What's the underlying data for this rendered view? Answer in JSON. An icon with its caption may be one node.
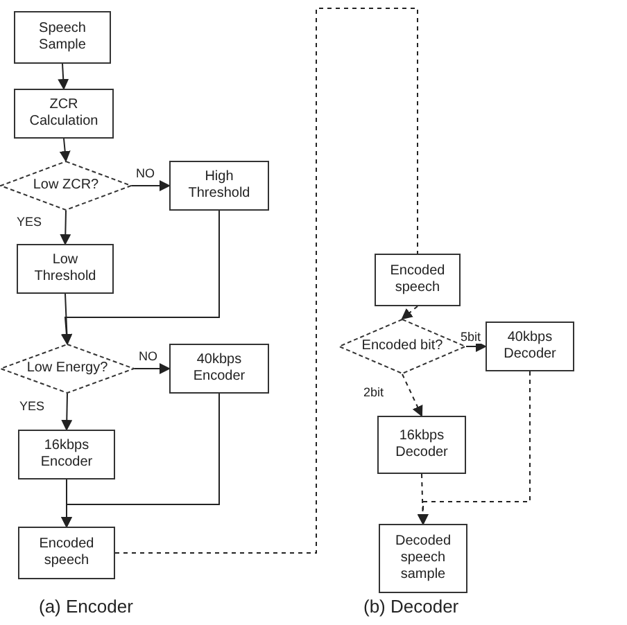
{
  "diagram": {
    "nodes": [
      {
        "text": [
          "Speech Sample"
        ]
      },
      {
        "text": [
          "ZCR Calculation"
        ]
      },
      {
        "text": [
          "Low ZCR?"
        ]
      },
      {
        "text": [
          "High Threshold"
        ]
      },
      {
        "text": [
          "Low Threshold"
        ]
      },
      {
        "text": [
          "Low Energy?"
        ]
      },
      {
        "text": [
          "40kbps Encoder"
        ]
      },
      {
        "text": [
          "16kbps Encoder"
        ]
      },
      {
        "text": [
          "Encoded speech"
        ]
      },
      {
        "text": [
          "Encoded speech"
        ]
      },
      {
        "text": [
          "Encoded bit?"
        ]
      },
      {
        "text": [
          "40kbps Decoder"
        ]
      },
      {
        "text": [
          "16kbps Decoder"
        ]
      },
      {
        "text": [
          "Decoded speech sample"
        ]
      }
    ],
    "edges": [
      {
        "from": 0,
        "to": 1,
        "arrow": "to"
      },
      {
        "from": 1,
        "to": 2,
        "arrow": "to"
      },
      {
        "from": 2,
        "to": 3,
        "arrow": "to",
        "label": "NO"
      },
      {
        "from": 2,
        "to": 4,
        "arrow": "to",
        "label": "YES"
      },
      {
        "from": 4,
        "to": 5,
        "arrow": "to"
      },
      {
        "from": 3,
        "to": 5,
        "arrow": "to"
      },
      {
        "from": 5,
        "to": 6,
        "arrow": "to",
        "label": "NO"
      },
      {
        "from": 5,
        "to": 7,
        "arrow": "to",
        "label": "YES"
      },
      {
        "from": 7,
        "to": 8,
        "arrow": "to"
      },
      {
        "from": 6,
        "to": 8,
        "arrow": "to"
      },
      {
        "from": 8,
        "to": 9,
        "arrow": "none",
        "style": "dashed"
      },
      {
        "from": 9,
        "to": 10,
        "arrow": "to",
        "style": "dashed"
      },
      {
        "from": 10,
        "to": 11,
        "arrow": "to",
        "label": "5bit"
      },
      {
        "from": 10,
        "to": 12,
        "arrow": "to",
        "label": "2bit",
        "style": "dashed"
      },
      {
        "from": 12,
        "to": 13,
        "arrow": "to",
        "style": "dashed"
      },
      {
        "from": 11,
        "to": 13,
        "arrow": "to",
        "style": "dashed"
      }
    ],
    "labels": [
      "(a) Encoder",
      "(b) Decoder"
    ]
  }
}
